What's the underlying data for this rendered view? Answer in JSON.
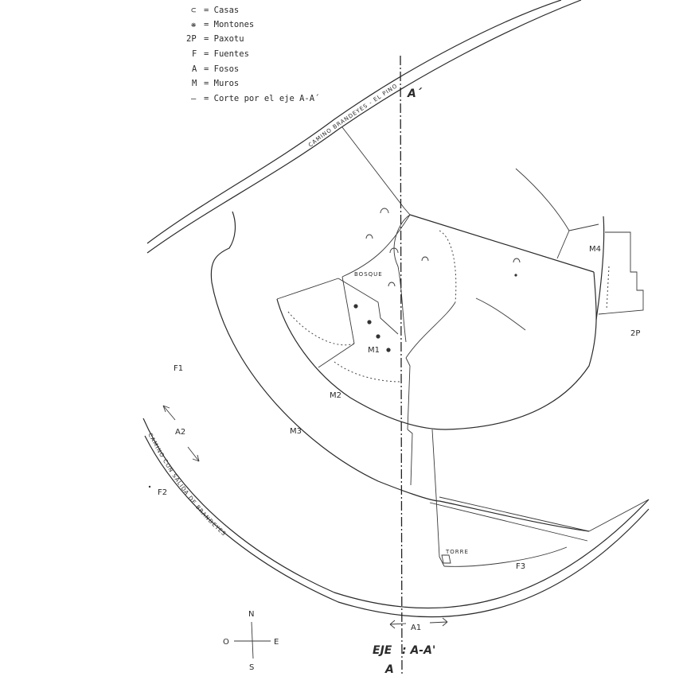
{
  "legend": [
    {
      "symbol": "⊂",
      "text": "= Casas"
    },
    {
      "symbol": "❋",
      "text": "= Montones"
    },
    {
      "symbol": "2P",
      "text": "= Paxotu"
    },
    {
      "symbol": "F",
      "text": "= Fuentes"
    },
    {
      "symbol": "A",
      "text": "= Fosos"
    },
    {
      "symbol": "M",
      "text": "= Muros"
    },
    {
      "symbol": "—",
      "text": "= Corte por el eje A-A´"
    }
  ],
  "roads": {
    "north": "CAMINO  BRANDEYES - EL PINO",
    "south": "CAMINO  CON  SALIDA  DE  BRANDEYES"
  },
  "labels": {
    "axis_top": "A´",
    "axis_bottom": "A",
    "eje": "EJE",
    "eje_value": ": A-A'",
    "bosque": "BOSQUE",
    "torre": "TORRE",
    "m1": "M1",
    "m2": "M2",
    "m3": "M3",
    "m4": "M4",
    "paxotu": "2P",
    "f1": "F1",
    "f2": "F2",
    "f3": "F3",
    "a1": "A1",
    "a2": "A2"
  },
  "compass": {
    "n": "N",
    "s": "S",
    "e": "E",
    "o": "O"
  }
}
